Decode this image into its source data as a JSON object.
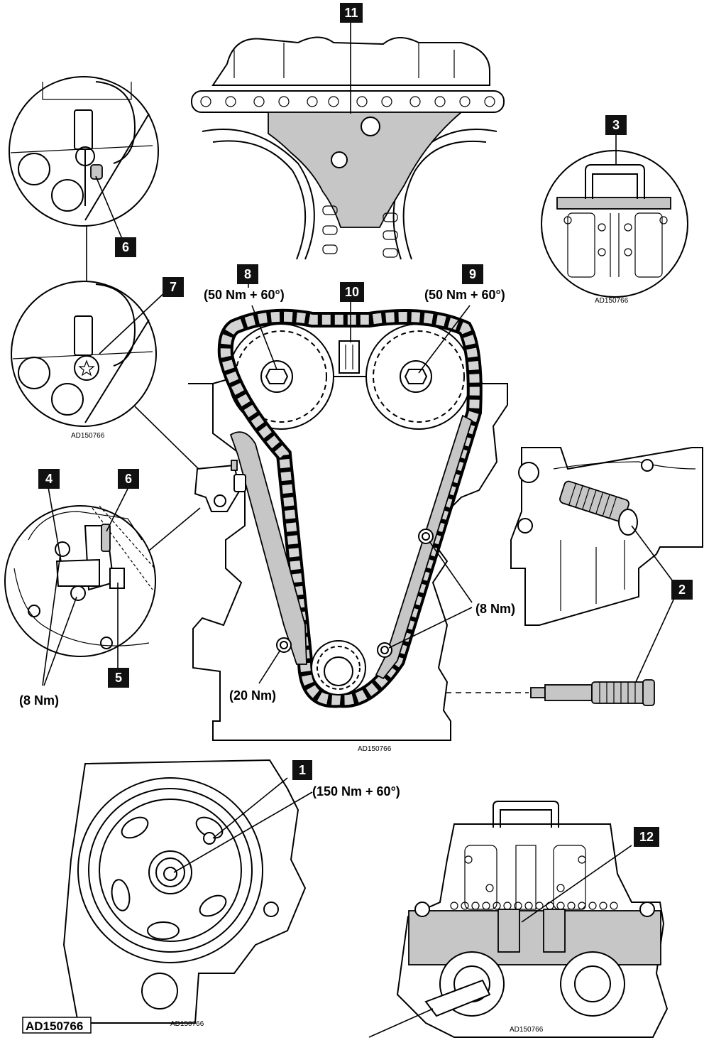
{
  "callouts": {
    "c1": "1",
    "c2": "2",
    "c3": "3",
    "c4": "4",
    "c5": "5",
    "c6a": "6",
    "c6b": "6",
    "c7": "7",
    "c8": "8",
    "c9": "9",
    "c10": "10",
    "c11": "11",
    "c12": "12"
  },
  "torques": {
    "crank_bolt": "(150 Nm + 60°)",
    "cam_bolt_left": "(50 Nm + 60°)",
    "cam_bolt_right": "(50 Nm + 60°)",
    "guide_bolt_lower": "(20 Nm)",
    "guide_bolts_right": "(8 Nm)",
    "tensioner_bolts": "(8 Nm)"
  },
  "references": {
    "ref_tool3": "AD150766",
    "ref_detail7": "AD150766",
    "ref_main": "AD150766",
    "ref_pulley": "AD150766",
    "ref_tool12": "AD150766",
    "ref_boxed": "AD150766"
  },
  "colors": {
    "line": "#000000",
    "tool_fill": "#c6c6c6",
    "callout_fill": "#111111",
    "callout_text": "#ffffff",
    "background": "#ffffff"
  }
}
